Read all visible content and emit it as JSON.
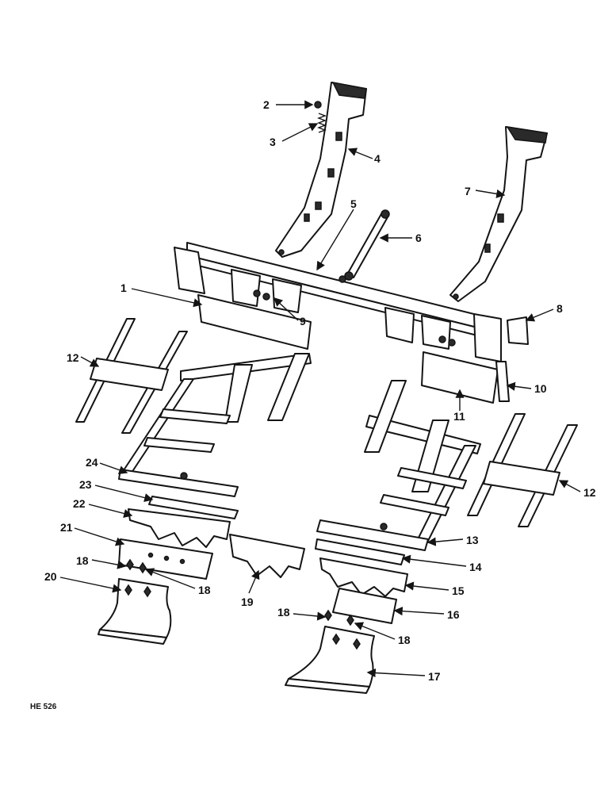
{
  "figure_ref": "HE 526",
  "callouts": [
    "1",
    "2",
    "3",
    "4",
    "5",
    "6",
    "7",
    "8",
    "9",
    "10",
    "11",
    "12",
    "12",
    "13",
    "14",
    "15",
    "16",
    "17",
    "18",
    "18",
    "18",
    "18",
    "19",
    "20",
    "21",
    "22",
    "23",
    "24"
  ],
  "colors": {
    "ink": "#141414",
    "paper": "#ffffff"
  }
}
